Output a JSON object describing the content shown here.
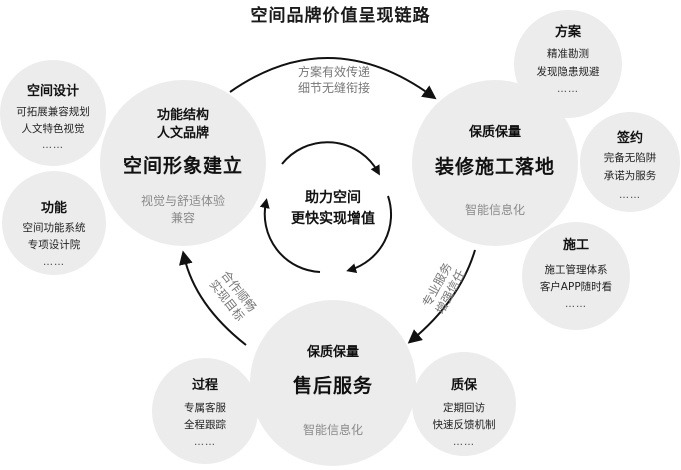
{
  "title": "空间品牌价值呈现链路",
  "center": {
    "line1": "助力空间",
    "line2": "更快实现增值"
  },
  "top_flow": {
    "line1": "方案有效传递",
    "line2": "细节无缝衔接"
  },
  "right_flow": {
    "line1": "专业服务",
    "line2": "增强信任"
  },
  "left_flow": {
    "line1": "合作顺畅",
    "line2": "实现目标"
  },
  "main_left": {
    "pre1": "功能结构",
    "pre2": "人文品牌",
    "big": "空间形象建立",
    "sub1": "视觉与舒适体验",
    "sub2": "兼容"
  },
  "main_right": {
    "pre": "保质保量",
    "big": "装修施工落地",
    "sub": "智能信息化"
  },
  "main_bottom": {
    "pre": "保质保量",
    "big": "售后服务",
    "sub": "智能信息化"
  },
  "sat_space_design": {
    "title": "空间设计",
    "l1": "可拓展兼容规划",
    "l2": "人文特色视觉",
    "dots": "……"
  },
  "sat_function": {
    "title": "功能",
    "l1": "空间功能系统",
    "l2": "专项设计院",
    "dots": "……"
  },
  "sat_plan": {
    "title": "方案",
    "l1": "精准勘测",
    "l2": "发现隐患规避",
    "dots": "……"
  },
  "sat_contract": {
    "title": "签约",
    "l1": "完备无陷阱",
    "l2": "承诺为服务",
    "dots": "……"
  },
  "sat_construction": {
    "title": "施工",
    "l1": "施工管理体系",
    "l2": "客户APP随时看",
    "dots": "……"
  },
  "sat_process": {
    "title": "过程",
    "l1": "专属客服",
    "l2": "全程跟踪",
    "dots": "……"
  },
  "sat_quality": {
    "title": "质保",
    "l1": "定期回访",
    "l2": "快速反馈机制",
    "dots": "……"
  },
  "colors": {
    "circle_fill": "#ececec",
    "arrow": "#111111",
    "muted_text": "#8a8a8a"
  }
}
